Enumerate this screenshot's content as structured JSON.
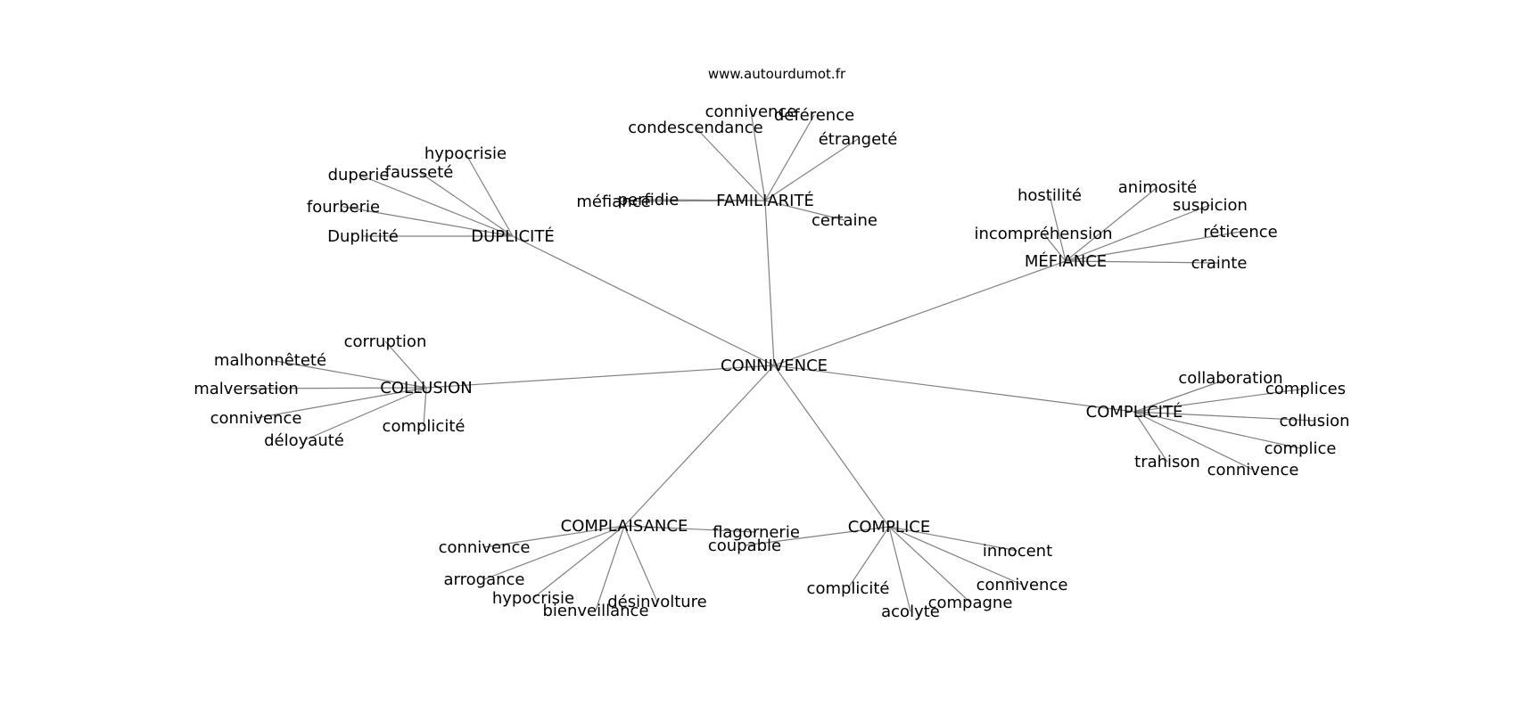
{
  "source": "www.autourdumot.fr",
  "graph": {
    "root": "CONNIVENCE",
    "hubs": [
      {
        "label": "FAMILIARITÉ",
        "leaves": [
          "condescendance",
          "connivence",
          "déférence",
          "étrangeté",
          "certaine",
          "méfiance",
          "perfidie"
        ]
      },
      {
        "label": "DUPLICITÉ",
        "leaves": [
          "hypocrisie",
          "duperie",
          "fausseté",
          "fourberie",
          "Duplicité"
        ]
      },
      {
        "label": "MÉFIANCE",
        "leaves": [
          "hostilité",
          "animosité",
          "suspicion",
          "incompréhension",
          "réticence",
          "crainte"
        ]
      },
      {
        "label": "COLLUSION",
        "leaves": [
          "corruption",
          "malhonnêteté",
          "malversation",
          "connivence",
          "déloyauté",
          "complicité"
        ]
      },
      {
        "label": "COMPLICITÉ",
        "leaves": [
          "collaboration",
          "complices",
          "collusion",
          "complice",
          "trahison",
          "connivence"
        ]
      },
      {
        "label": "COMPLAISANCE",
        "leaves": [
          "connivence",
          "arrogance",
          "hypocrisie",
          "bienveillance",
          "désinvolture",
          "flagornerie"
        ]
      },
      {
        "label": "COMPLICE",
        "leaves": [
          "coupable",
          "innocent",
          "connivence",
          "complicité",
          "acolyte",
          "compagne"
        ]
      }
    ]
  }
}
